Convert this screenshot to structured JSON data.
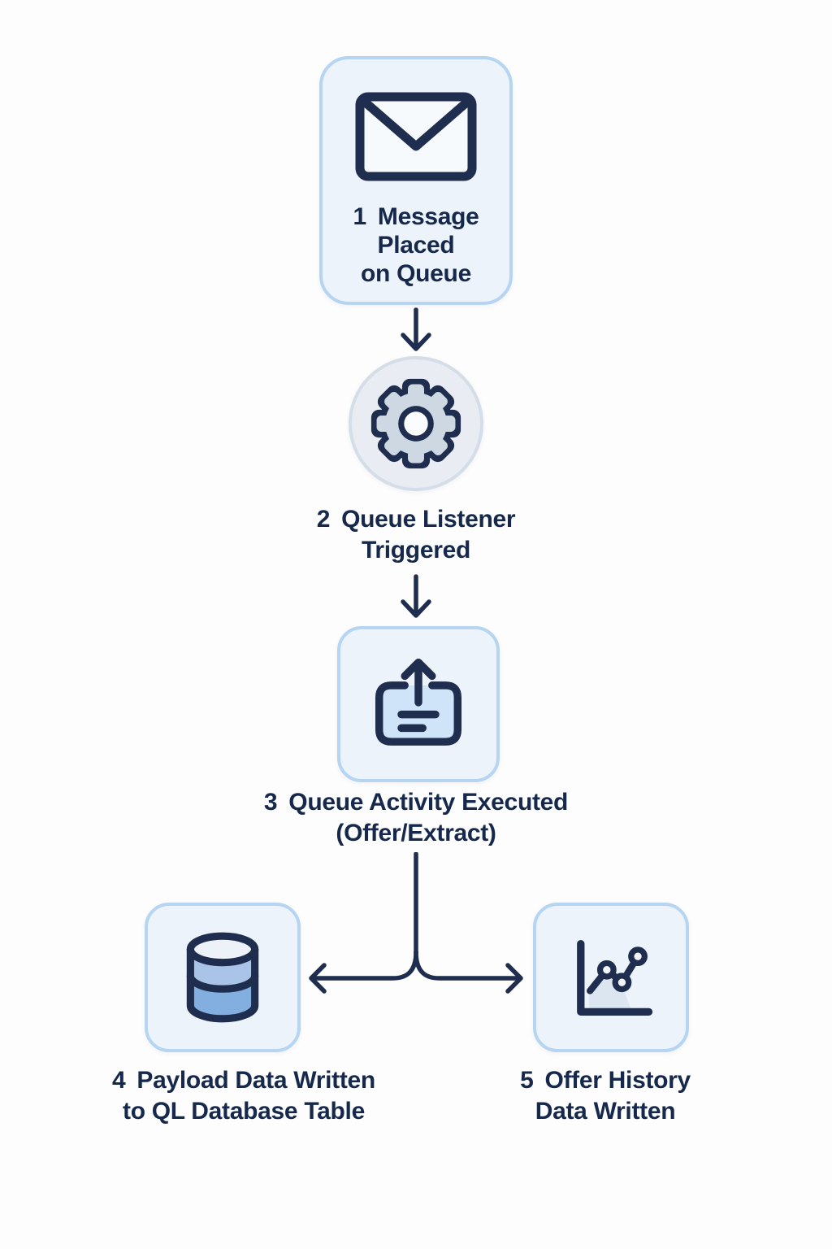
{
  "diagram": {
    "steps": [
      {
        "number": "1",
        "icon": "envelope-icon",
        "lines": [
          "Message",
          "Placed",
          "on Queue"
        ]
      },
      {
        "number": "2",
        "icon": "gear-icon",
        "lines": [
          "Queue Listener",
          "Triggered"
        ]
      },
      {
        "number": "3",
        "icon": "upload-tray-icon",
        "lines": [
          "Queue Activity Executed",
          "(Offer/Extract)"
        ]
      },
      {
        "number": "4",
        "icon": "database-icon",
        "lines": [
          "Payload Data Written",
          "to QL Database Table"
        ]
      },
      {
        "number": "5",
        "icon": "line-chart-icon",
        "lines": [
          "Offer History",
          "Data Written"
        ]
      }
    ],
    "connections": [
      {
        "from": "1",
        "to": "2"
      },
      {
        "from": "2",
        "to": "3"
      },
      {
        "from": "3",
        "to": "4"
      },
      {
        "from": "3",
        "to": "5"
      }
    ]
  },
  "colors": {
    "bg": "#fdfdfe",
    "navy": "#1f2e4f",
    "text": "#16294c",
    "box_fill": "#edf3fb",
    "box_border": "#b5d5f2",
    "circle_fill": "#e9edf3",
    "circle_border": "#d5dde8",
    "gear_fill": "#cdd8e3",
    "gear_hole": "#fafcfe",
    "envelope_fill": "#f7fafd",
    "tray_fill": "#cfe4f9",
    "db_top": "#edf2f9",
    "db_mid": "#a9c4e6",
    "db_bottom": "#83afe0",
    "chart_shade": "#dce6f1",
    "node_dot_fill": "#f2f6fa"
  }
}
